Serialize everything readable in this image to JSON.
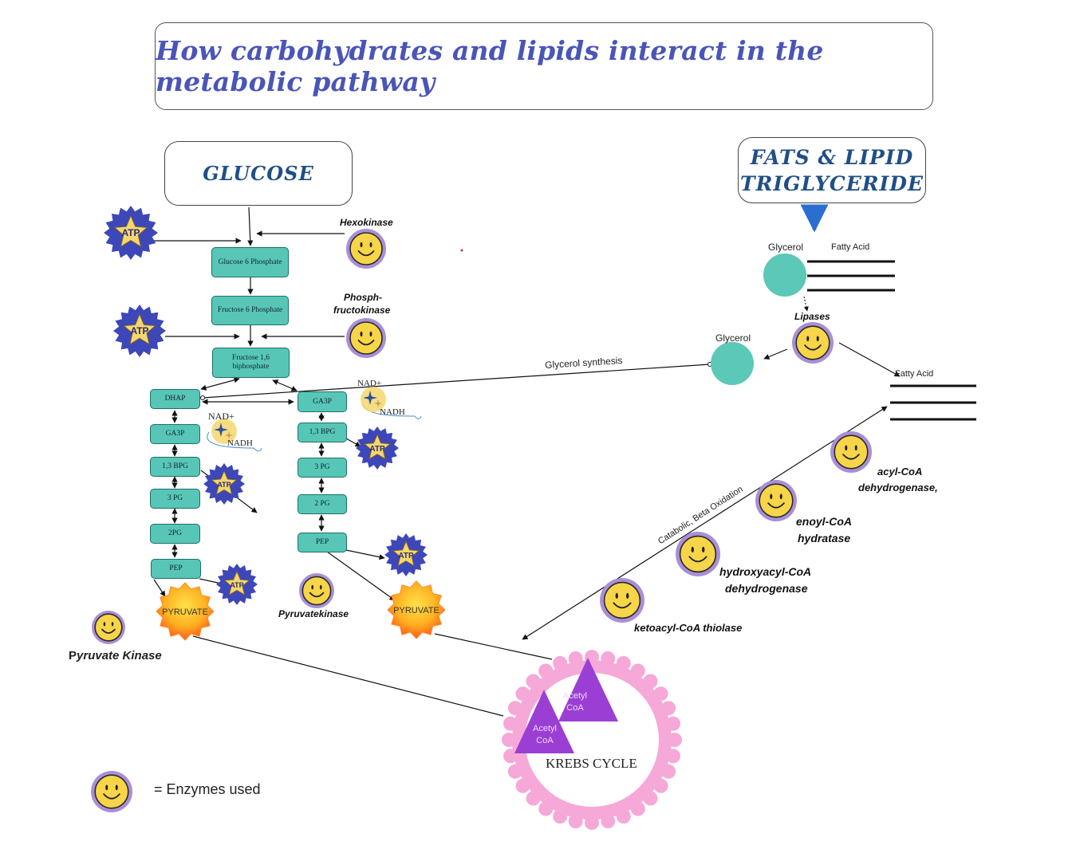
{
  "title": "How carbohydrates and lipids interact in the metabolic pathway",
  "glucose": {
    "label": "GLUCOSE"
  },
  "fats": {
    "line1": "FATS & LIPID",
    "line2": "TRIGLYCERIDE"
  },
  "glycolysis_steps": {
    "g6p": "Glucose 6 Phosphate",
    "f6p": "Fructose 6 Phosphate",
    "f16bp": "Fructose 1,6 biphosphate",
    "dhap": "DHAP",
    "left_ga3p": "GA3P",
    "left_13bpg": "1,3 BPG",
    "left_3pg": "3 PG",
    "left_2pg": "2PG",
    "left_pep": "PEP",
    "right_ga3p": "GA3P",
    "right_13bpg": "1,3 BPG",
    "right_3pg": "3 PG",
    "right_2pg": "2 PG",
    "right_pep": "PEP"
  },
  "atp_label": "ATP",
  "pyruvate_label": "PYRUVATE",
  "nad_plus": "NAD+",
  "nadh": "NADH",
  "enzymes": {
    "hexokinase": "Hexokinase",
    "phosphofructokinase_1": "Phosph-",
    "phosphofructokinase_2": "fructokinase",
    "pyruvatekinase": "Pyruvatekinase",
    "pyruvate_kinase_prefix": "P",
    "pyruvate_kinase_rest": "yruvate Kinase",
    "lipases": "Lipases",
    "acyl_1": "acyl-CoA",
    "acyl_2": "dehydrogenase,",
    "enoyl_1": "enoyl-CoA",
    "enoyl_2": "hydratase",
    "hydroxy_1": "hydroxyacyl-CoA",
    "hydroxy_2": "dehydrogenase",
    "keto": "ketoacyl-CoA thiolase"
  },
  "lipid": {
    "glycerol_top": "Glycerol",
    "fatty_acid_top": "Fatty Acid",
    "glycerol_mid": "Glycerol",
    "fatty_acid_mid": "Fatty Acid",
    "glycerol_synthesis": "Glycerol synthesis",
    "beta_oxidation": "Catabolic, Beta Oxidation"
  },
  "krebs": {
    "label": "KREBS CYCLE",
    "acetyl": "Acetyl",
    "coa": "CoA"
  },
  "legend": {
    "text": "= Enzymes used"
  },
  "colors": {
    "step_fill": "#57c6b7",
    "atp_star_outer": "#3e47b8",
    "atp_star_inner": "#f5d76e",
    "enzyme_face": "#f7d548",
    "enzyme_ring": "#a88fd6",
    "glycerol": "#5bc8b8",
    "krebs_gear": "#f6a8d8",
    "acetyl_coa": "#9b3fd4",
    "title": "#4a55b8"
  }
}
